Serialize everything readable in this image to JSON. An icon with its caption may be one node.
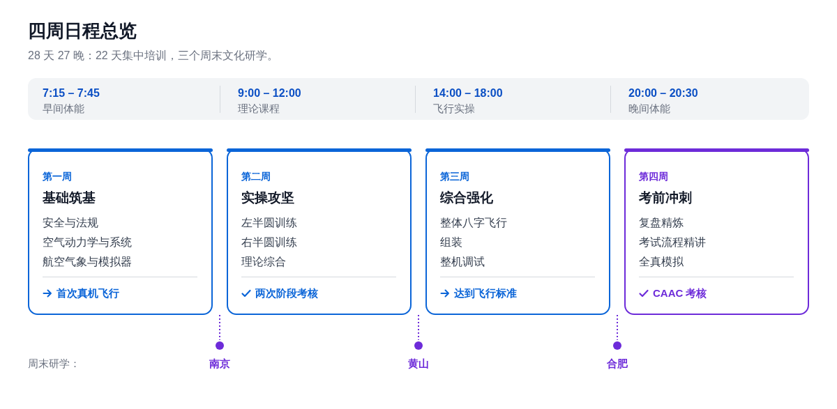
{
  "diagram": {
    "title": "四周日程总览",
    "nodes": [
      {
        "text": [],
        "shape": "box"
      },
      {
        "text": [
          "7:15 – 7:45",
          "早间体能"
        ],
        "in": 0
      },
      {
        "text": [
          "9:00 – 12:00",
          "理论课程"
        ],
        "in": 0
      },
      {
        "text": [
          "14:00 – 18:00",
          "飞行实操"
        ],
        "in": 0
      },
      {
        "text": [
          "20:00 – 20:30",
          "晚间体能"
        ],
        "in": 0
      },
      {
        "text": [
          "第一周",
          "基础筑基",
          "安全与法规",
          "空气动力学与系统",
          "航空气象与模拟器",
          "首次真机飞行"
        ]
      },
      {
        "text": [
          "第二周",
          "实操攻坚",
          "左半圆训练",
          "右半圆训练",
          "理论综合",
          "两次阶段考核"
        ]
      },
      {
        "text": [
          "第三周",
          "综合强化",
          "整体八字飞行",
          "组装",
          "整机调试",
          "达到飞行标准"
        ]
      },
      {
        "text": [
          "第四周",
          "考前冲刺",
          "复盘精炼",
          "考试流程精讲",
          "全真模拟",
          "CAAC 考核"
        ]
      }
    ],
    "labels": [
      "28 天 27 晚：22 天集中培训，三个周末文化研学。",
      "周末研学：",
      "南京",
      "黄山",
      "合肥"
    ]
  }
}
